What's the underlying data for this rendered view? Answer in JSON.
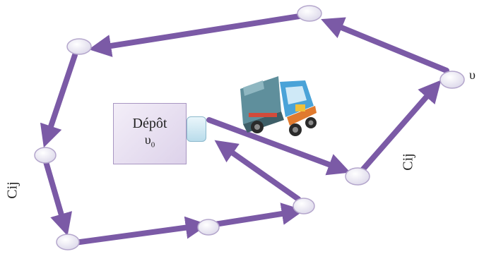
{
  "depot": {
    "title": "Dépôt",
    "subtitle_main": "υ",
    "subtitle_sub": "0"
  },
  "edge_labels": {
    "left_cost": "Cij",
    "right_cost": "Cij"
  },
  "node_label": "υ",
  "colors": {
    "arrow": "#7b5aa6",
    "node_fill": "#e9e6f2",
    "node_stroke": "#b9a9cf",
    "depot_fill": "#e6dcef"
  },
  "icons": {
    "truck": "garbage-truck-icon"
  }
}
